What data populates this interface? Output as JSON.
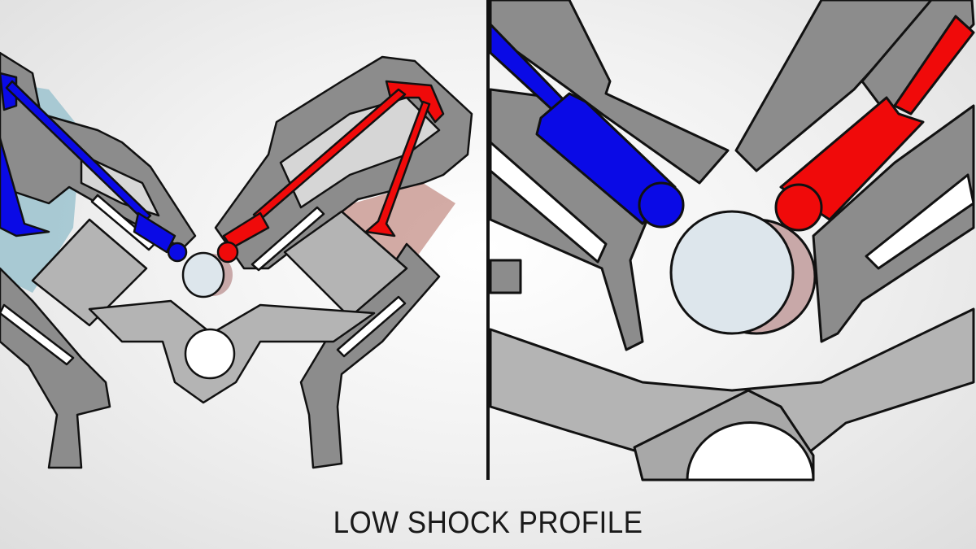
{
  "caption": "LOW SHOCK PROFILE",
  "colors": {
    "intake": "#0a0ae6",
    "exhaust": "#f00a0a",
    "block": "#8c8c8c",
    "block_light": "#b4b4b4",
    "outline": "#111111",
    "cam": "#dde6ec",
    "cylinder_tint_blue": "#9cc3cf",
    "cylinder_tint_red": "#c8968f"
  },
  "panels": [
    "engine-overview",
    "cam-closeup"
  ]
}
